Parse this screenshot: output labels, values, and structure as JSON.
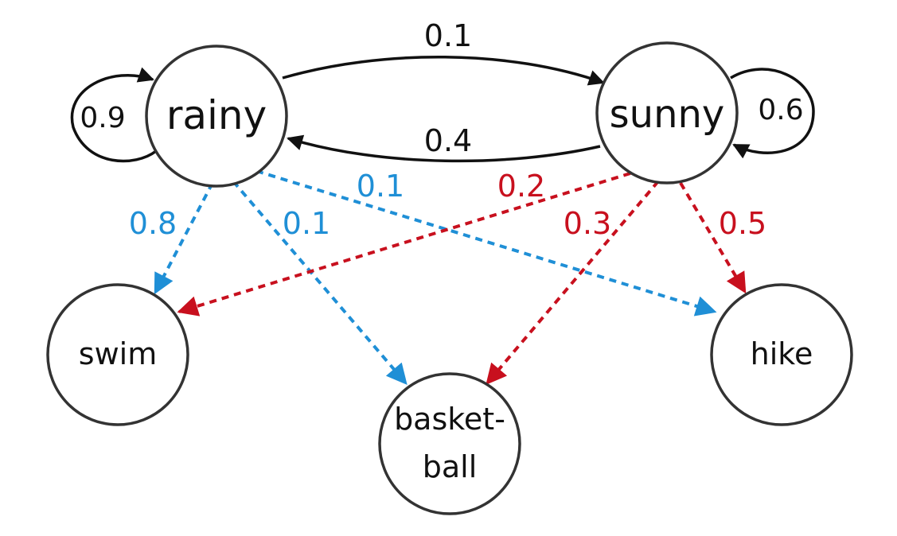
{
  "colors": {
    "state": "#111111",
    "node_stroke": "#333333",
    "rainy_emission": "#1f8fd6",
    "sunny_emission": "#c8101e"
  },
  "states": {
    "rainy": "rainy",
    "sunny": "sunny"
  },
  "observations": {
    "swim": "swim",
    "basketball_line1": "basket-",
    "basketball_line2": "ball",
    "hike": "hike"
  },
  "transitions": {
    "rainy_to_rainy": "0.9",
    "rainy_to_sunny": "0.1",
    "sunny_to_rainy": "0.4",
    "sunny_to_sunny": "0.6"
  },
  "emissions": {
    "rainy_swim": "0.8",
    "rainy_basketball": "0.1",
    "rainy_hike": "0.1",
    "sunny_swim": "0.2",
    "sunny_basketball": "0.3",
    "sunny_hike": "0.5"
  }
}
